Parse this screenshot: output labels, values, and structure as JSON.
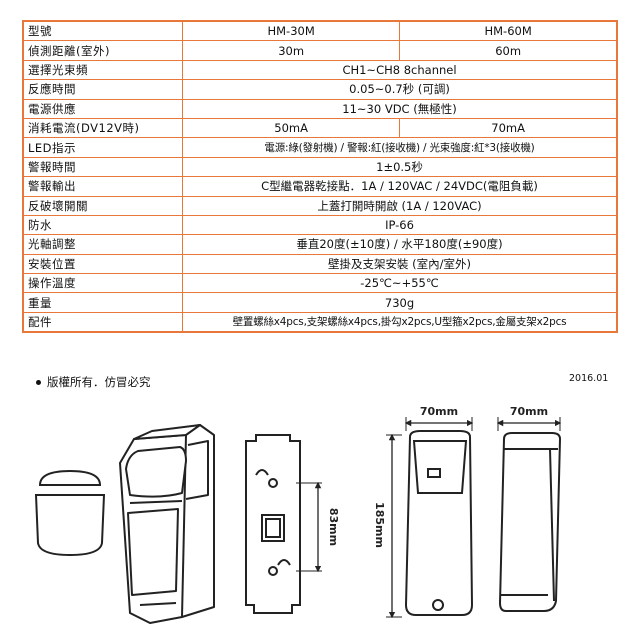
{
  "spec": {
    "rows": [
      {
        "label": "型號",
        "values": [
          "HM-30M",
          "HM-60M"
        ]
      },
      {
        "label": "偵測距離(室外)",
        "values": [
          "30m",
          "60m"
        ]
      },
      {
        "label": "選擇光束頻",
        "values": [
          "CH1~CH8   8channel"
        ]
      },
      {
        "label": "反應時間",
        "values": [
          "0.05~0.7秒 (可調)"
        ]
      },
      {
        "label": "電源供應",
        "values": [
          "11~30 VDC (無極性)"
        ]
      },
      {
        "label": "消耗電流(DV12V時)",
        "values": [
          "50mA",
          "70mA"
        ]
      },
      {
        "label": "LED指示",
        "values": [
          "電源:綠(發射機)  /  警報:紅(接收機)  /  光束強度:紅*3(接收機)"
        ]
      },
      {
        "label": "警報時間",
        "values": [
          "1±0.5秒"
        ]
      },
      {
        "label": "警報輸出",
        "values": [
          "C型繼電器乾接點．1A / 120VAC / 24VDC(電阻負載)"
        ]
      },
      {
        "label": "反破壞開關",
        "values": [
          "上蓋打開時開啟 (1A / 120VAC)"
        ]
      },
      {
        "label": "防水",
        "values": [
          "IP-66"
        ]
      },
      {
        "label": "光軸調整",
        "values": [
          "垂直20度(±10度)  /  水平180度(±90度)"
        ]
      },
      {
        "label": "安裝位置",
        "values": [
          "壁掛及支架安裝 (室內/室外)"
        ]
      },
      {
        "label": "操作溫度",
        "values": [
          "-25℃~+55℃"
        ]
      },
      {
        "label": "重量",
        "values": [
          "730g"
        ]
      },
      {
        "label": "配件",
        "values": [
          "壁置螺絲x4pcs,支架螺絲x4pcs,掛勾x2pcs,U型箍x2pcs,金屬支架x2pcs"
        ]
      }
    ]
  },
  "footer": {
    "copyright": "版權所有．仿冒必究",
    "date": "2016.01"
  },
  "dimensions": {
    "height_back": "83mm",
    "height_total": "185mm",
    "width_front": "70mm",
    "width_side": "70mm"
  }
}
